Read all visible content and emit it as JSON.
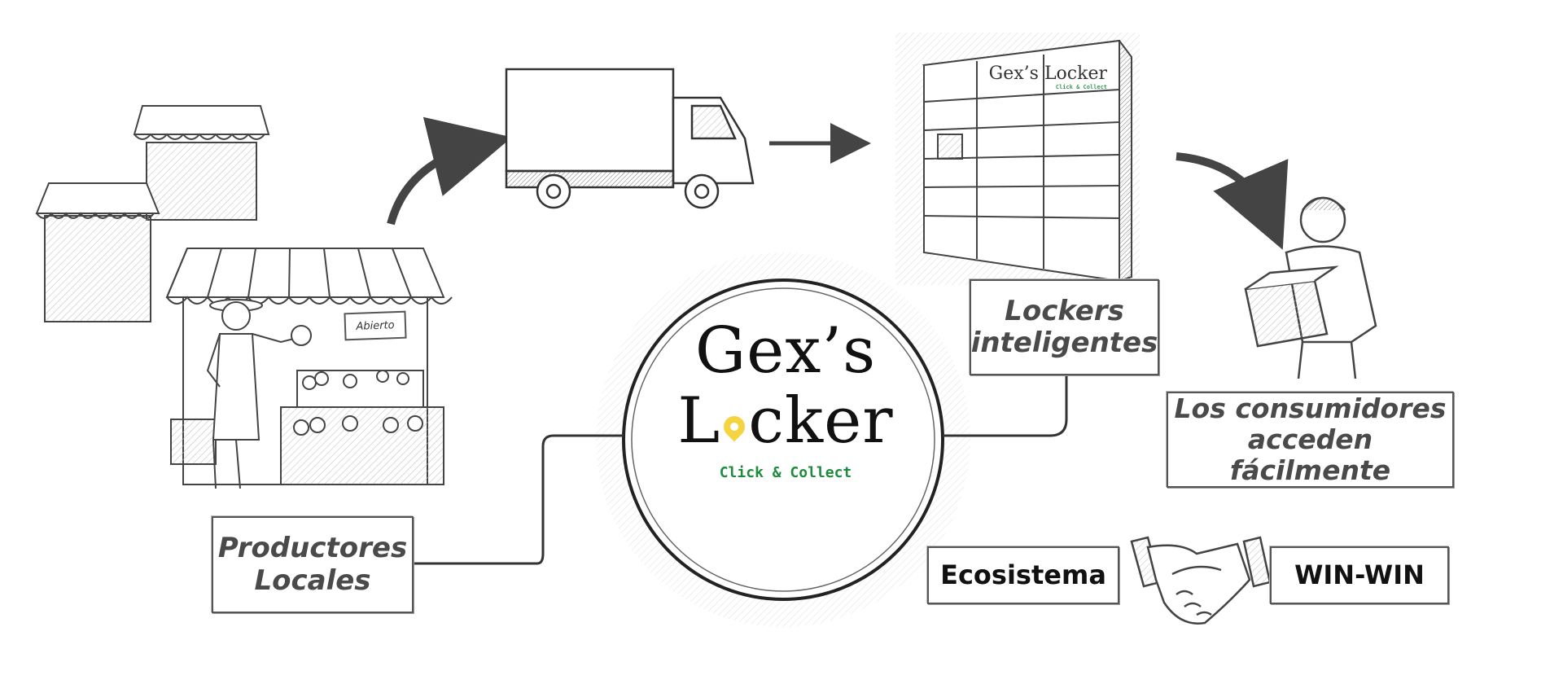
{
  "logo": {
    "line1": "Gex’s",
    "line2_before_pin": "L",
    "line2_after_pin": "cker",
    "tagline": "Click & Collect",
    "colors": {
      "text": "#111111",
      "pin": "#f5d442",
      "tagline": "#1e8a3c"
    }
  },
  "locker_branding": {
    "name": "Gex’s Locker",
    "tagline": "Click & Collect"
  },
  "stall_sign": "Abierto",
  "labels": {
    "producers": [
      "Productores",
      "Locales"
    ],
    "lockers": [
      "Lockers",
      "inteligentes"
    ],
    "consumers": [
      "Los consumidores",
      "acceden fácilmente"
    ],
    "ecosystem": "Ecosistema",
    "winwin": "WIN-WIN"
  },
  "icons": [
    "market-stall-icon",
    "truck-icon",
    "smart-locker-icon",
    "consumer-with-box-icon",
    "handshake-icon",
    "curved-arrow-icon",
    "straight-arrow-icon"
  ]
}
